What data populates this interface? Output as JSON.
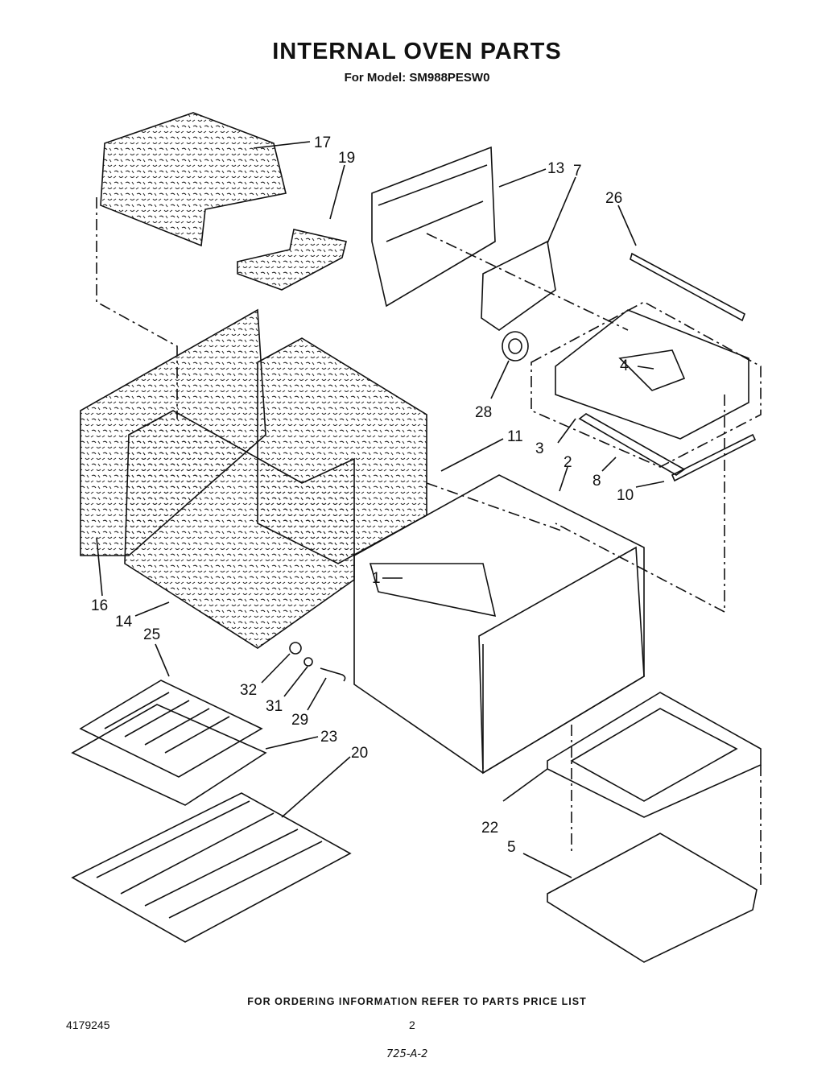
{
  "title": "INTERNAL OVEN PARTS",
  "model_line": "For Model: SM988PESW0",
  "parts": [
    {
      "num": "17"
    },
    {
      "num": "19"
    },
    {
      "num": "13"
    },
    {
      "num": "7"
    },
    {
      "num": "26"
    },
    {
      "num": "4"
    },
    {
      "num": "28"
    },
    {
      "num": "11"
    },
    {
      "num": "3"
    },
    {
      "num": "2"
    },
    {
      "num": "8"
    },
    {
      "num": "10"
    },
    {
      "num": "16"
    },
    {
      "num": "14"
    },
    {
      "num": "1"
    },
    {
      "num": "25"
    },
    {
      "num": "32"
    },
    {
      "num": "31"
    },
    {
      "num": "29"
    },
    {
      "num": "23"
    },
    {
      "num": "20"
    },
    {
      "num": "22"
    },
    {
      "num": "5"
    }
  ],
  "footer_note": "FOR ORDERING INFORMATION REFER TO PARTS PRICE LIST",
  "doc_number": "4179245",
  "page_number": "2",
  "handwritten_code": "725-A-2"
}
